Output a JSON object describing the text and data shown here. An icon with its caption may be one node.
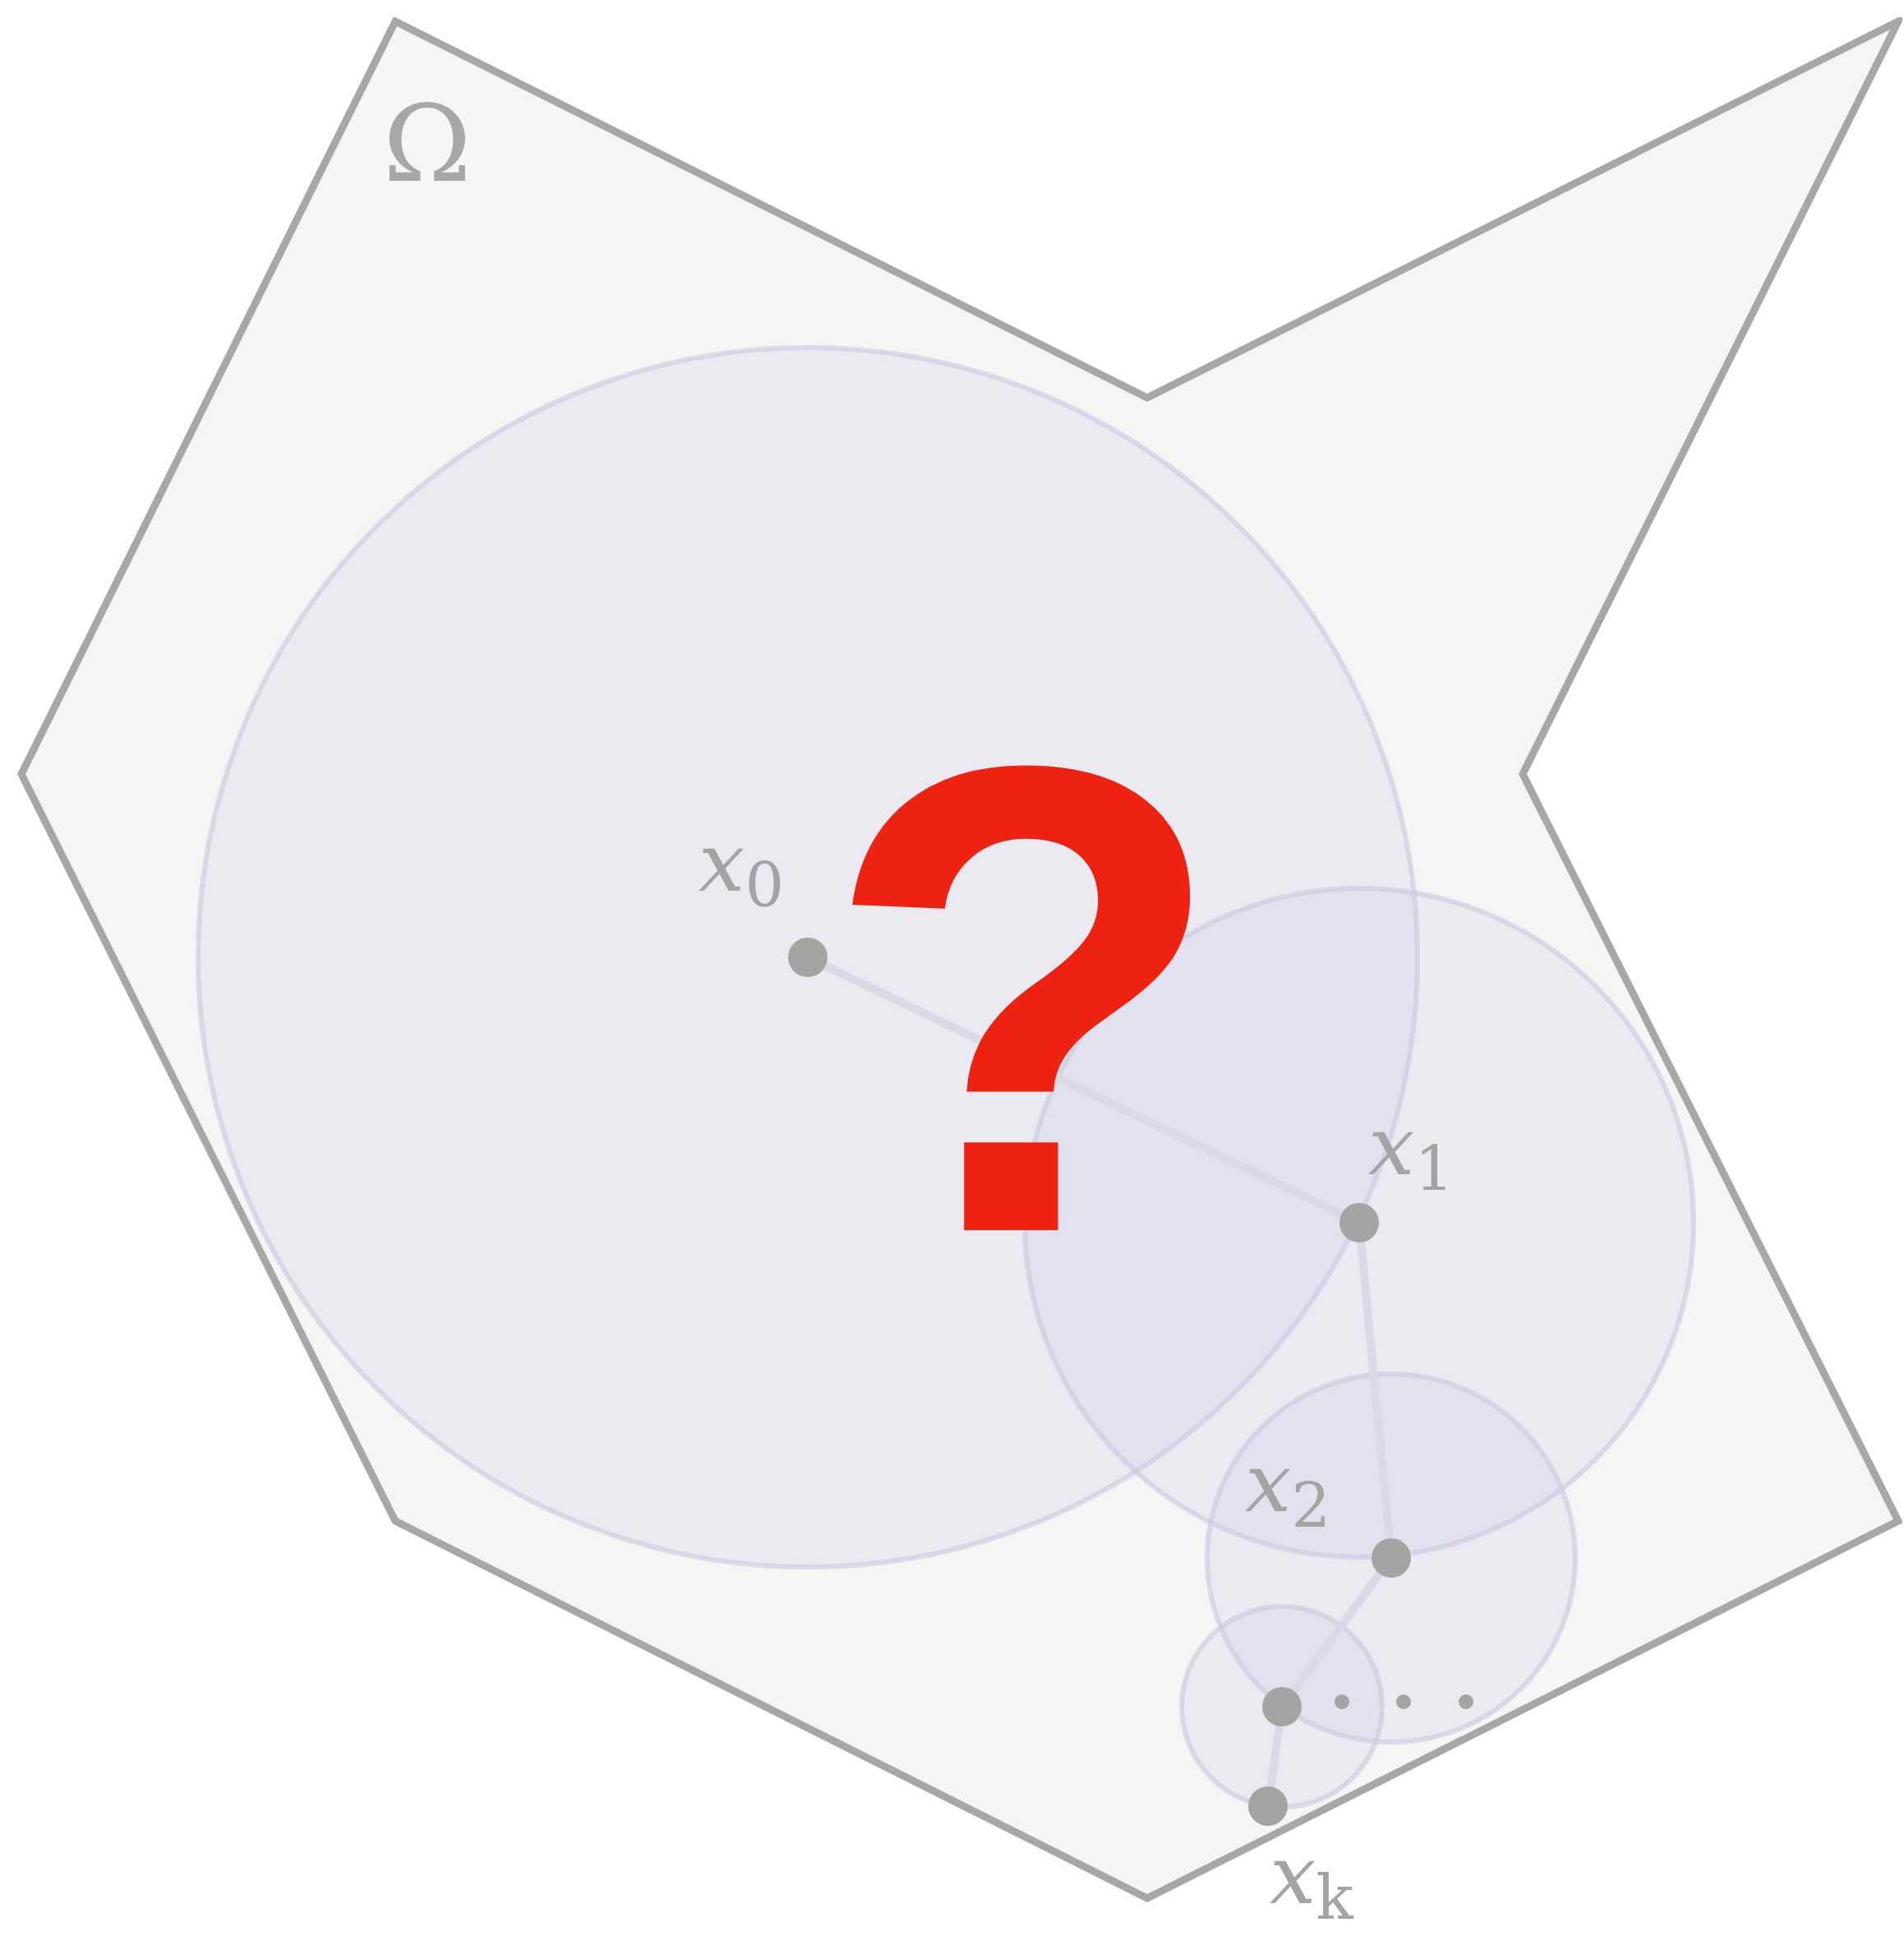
{
  "diagram": {
    "nodes": [
      {
        "text": [
          "Ω"
        ]
      },
      {
        "text": [],
        "shape": "circle",
        "beside": [
          "*x*$_{0}$"
        ],
        "in": 0
      },
      {
        "text": [],
        "shape": "circle",
        "beside": [
          "*x*$_{1}$"
        ],
        "in": 0
      },
      {
        "text": [],
        "shape": "circle",
        "beside": [
          "*x*$_{2}$"
        ],
        "in": 0
      },
      {
        "text": [],
        "shape": "circle",
        "in": 0
      },
      {
        "text": [],
        "shape": "circle",
        "beside": [
          "*x*$_{k}$"
        ],
        "in": 0
      }
    ],
    "edges": [
      {
        "from": 1,
        "to": 2,
        "arrow": "none"
      },
      {
        "from": 2,
        "to": 3,
        "arrow": "none"
      },
      {
        "from": 3,
        "to": 4,
        "arrow": "none"
      },
      {
        "from": 4,
        "to": 5,
        "arrow": "none"
      }
    ],
    "labels": [
      "?"
    ]
  }
}
